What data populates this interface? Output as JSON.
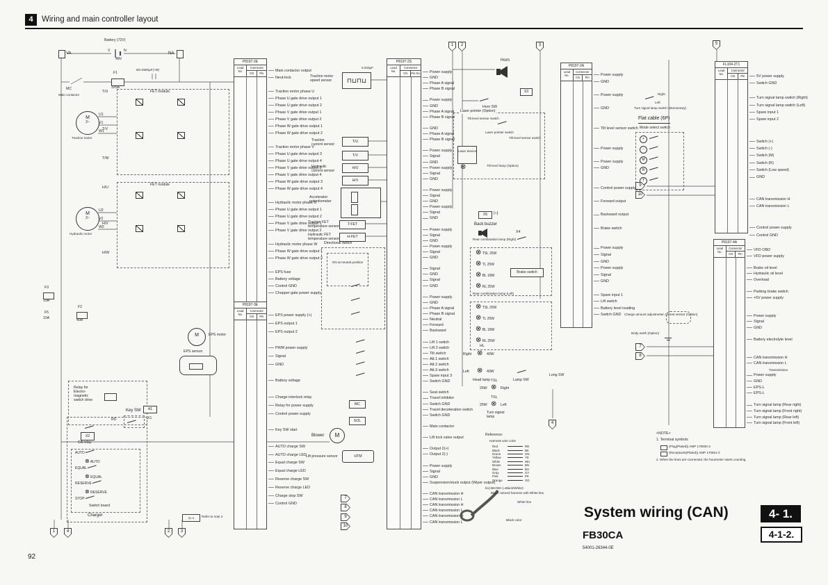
{
  "page": {
    "section_no": "4",
    "section_title": "Wiring and main controller layout",
    "page_no": "92"
  },
  "titleblock": {
    "title": "System wiring (CAN)",
    "model": "FB30CA",
    "doc_no": "54001-26344-0E",
    "ref_main": "4- 1.",
    "ref_sub": "4-1-2."
  },
  "power": {
    "battery": "Battery (72V)",
    "v": "V",
    "n": "N",
    "voltage": "48V",
    "va": "VA",
    "na": "NA",
    "f1": "F1",
    "f1_rating": "325A",
    "mc": "MC",
    "main_contactor": "Main\ncontactor",
    "capacitor": "60×2900μF(+M)",
    "fet_module": "FET module",
    "tu": "T/U",
    "tv": "T/V",
    "tw": "T/W",
    "hu": "H/U",
    "hv": "H/V",
    "hw": "H/W",
    "m": "M",
    "phase": "3~",
    "traction_motor": "Traction motor",
    "hydraulic_motor": "Hydraulic motor",
    "u1": "U1",
    "v1": "V1",
    "w1": "W1",
    "u2": "U2",
    "v2": "V2",
    "w2": "W2",
    "f3": "F3",
    "f3_rating": "10A",
    "f5": "F5",
    "f5_rating": "10A",
    "f2": "F2",
    "f2_rating": "40A",
    "eps_motor": "EPS motor",
    "eps_sensor": "EPS sensor",
    "relay_em": "Relay for\nElectro-\nmagnetic\nswitch drive",
    "a1": "A1",
    "key_sw": "Key SW",
    "rd": "RD",
    "x1": "X1",
    "x2": "X2",
    "ca_relay": "CA relay",
    "charger": "Charger",
    "switch_board": "Switch board",
    "note2": "Refer to note 2"
  },
  "charger_rows": [
    {
      "sw": "AUTO",
      "lamp": "AUTO"
    },
    {
      "sw": "EQUAL",
      "lamp": "EQUAL"
    },
    {
      "sw": "RESERVE",
      "lamp": "RESERVE"
    },
    {
      "sw": "STOP",
      "lamp": ""
    }
  ],
  "tables": {
    "sub_lead": "Lead\nNo.",
    "sub_conn": "Connector",
    "sub_cn": "CN",
    "sub_pin": "Pin No.",
    "left_top": "P8197-2E",
    "left_bottom": "P8197-3E",
    "mid": "P8197-2S",
    "right": "P8197-2A",
    "far_top": "FL104-2T1",
    "far_bottom": "P8197-4A"
  },
  "lists": {
    "left_top": [
      "Main contactor output",
      "Neut-lock",
      "",
      "Traction motor phase U",
      "Phase U gate drive output 1",
      "Phase U gate drive output 2",
      "Phase V gate drive output 1",
      "Phase V gate drive output 2",
      "Phase W gate drive output 1",
      "Phase W gate drive output 2",
      "",
      "Traction motor phase V",
      "Phase U gate drive output 3",
      "Phase U gate drive output 4",
      "Phase V gate drive output 3",
      "Phase V gate drive output 4",
      "Phase W gate drive output 3",
      "Phase W gate drive output 4",
      "",
      "Hydraulic motor phase U",
      "Phase U gate drive output 1",
      "Phase U gate drive output 2",
      "Phase V gate drive output 1",
      "Phase V gate drive output 2",
      "",
      "Hydraulic motor phase W",
      "Phase W gate drive output 1",
      "Phase W gate drive output 2",
      "",
      "EPS fuse",
      "Battery voltage",
      "Control GND",
      "Chopper gate power supply"
    ],
    "left_bottom": [
      "EPS power supply (+)",
      "EPS output 1",
      "EPS output 2",
      "",
      "PWM power supply",
      "Signal",
      "GND",
      "",
      "Battery voltage",
      "",
      "Charge interlock relay",
      "Relay for power supply",
      "Control power supply",
      "",
      "Key SW start",
      "",
      "AUTO charge SW",
      "AUTO charge LED",
      "Equal charge SW",
      "Equal charge LED",
      "Reserve charge SW",
      "Reserve charge LED",
      "Charge stop SW",
      "Control GND",
      ""
    ],
    "mid": [
      "Power supply",
      "GND",
      "Phase A signal",
      "Phase B signal",
      "",
      "Power supply",
      "GND",
      "Phase A signal",
      "Phase B signal",
      "",
      "GND",
      "Phase A signal",
      "Phase B signal",
      "",
      "Power supply",
      "Signal",
      "GND",
      "Power supply",
      "Signal",
      "GND",
      "",
      "Power supply",
      "Signal",
      "GND",
      "Power supply",
      "Signal",
      "GND",
      "",
      "Power supply",
      "Signal",
      "GND",
      "Power supply",
      "Signal",
      "GND",
      "",
      "Signal",
      "GND",
      "Signal",
      "GND",
      "",
      "Power supply",
      "GND",
      "Phase A signal",
      "Phase B signal",
      "Neutral",
      "Forward",
      "Backward",
      "",
      "Lift 1 switch",
      "Lift 2 switch",
      "Tilt switch",
      "Att.1 switch",
      "Att.2 switch",
      "Att.3 switch",
      "Spare input 3",
      "Switch GND",
      "",
      "Seat switch",
      "Travel inhibitor",
      "Switch GND",
      "Travel deceleration switch",
      "Switch GND",
      "",
      "Main contactor",
      "",
      "Lift lock valve output",
      "",
      "Output 2(+)",
      "Output 2(-)",
      "",
      "Power supply",
      "Signal",
      "GND",
      "Suspension/stuck output (Wiper output)",
      "",
      "CAN transmission H",
      "CAN transmission L",
      "CAN transmission H",
      "CAN transmission L",
      "CAN transmission H",
      "CAN transmission L"
    ],
    "right": [
      "Power supply",
      "GND",
      "",
      "Power supply",
      "",
      "GND",
      "",
      "",
      "Tilt level sensor switch",
      "",
      "",
      "Power supply",
      "",
      "Power supply",
      "GND",
      "",
      "",
      "Control power supply",
      "",
      "Forward output",
      "",
      "Backward output",
      "",
      "Brake switch",
      "",
      "",
      "Power supply",
      "Signal",
      "GND",
      "Power supply",
      "Signal",
      "GND",
      "",
      "Spare input 1",
      "Lift switch",
      "Battery level reading",
      "Switch GND",
      ""
    ],
    "far_top": [
      "5V power supply",
      "Switch GND",
      "",
      "Turn signal lamp switch (Right)",
      "Turn signal lamp switch (Left)",
      "Spare input 1",
      "Spare input 2",
      "",
      "",
      "Switch (+)",
      "Switch (-)",
      "Switch (M)",
      "Switch (R)",
      "Switch (Low speed)",
      "GND",
      "",
      "",
      "CAN transmission H",
      "CAN transmission L",
      "",
      "",
      "Control power supply",
      "Control GND"
    ],
    "far_bottom": [
      "VFD OBD",
      "VFD power supply",
      "",
      "Brake oil level",
      "Hydraulic oil level",
      "Overload",
      "",
      "Parking brake switch",
      "+5V power supply",
      "",
      "",
      "Power supply",
      "Signal",
      "GND",
      "",
      "Battery electrolyte level",
      "",
      "",
      "CAN transmission H",
      "CAN transmission L",
      "",
      "Power supply",
      "GND",
      "EPS-L",
      "EPS-L",
      "",
      "Turn signal lamp (Rear right)",
      "Turn signal lamp (Front right)",
      "Turn signal lamp (Rear left)",
      "Turn signal lamp (Front left)"
    ]
  },
  "mid_dev": {
    "speed_sensor": "Traction motor\nspeed sensor",
    "cap_value": "0.033μF",
    "wave": "⊓⊔⊓⊔",
    "traction_current": "Traction\ncurrent sensor",
    "hydraulic_current": "Hydraulic\ncurrent sensor",
    "tu": "T/U",
    "tv": "T/V",
    "hu": "H/U",
    "hv": "H/V",
    "accel": "Accelerator\npotentiometer",
    "t_fet_lbl": "Traction FET\ntemperature sensor",
    "h_fet_lbl": "Hydraulic FET\ntemperature sensor",
    "t_fet": "T-FET",
    "h_fet": "H-FET",
    "dir_sw": "Directional switch",
    "on_neutral": "ON at neutral\nposition",
    "mc": "MC",
    "sol": "SOL",
    "blower": "Blower",
    "m": "M",
    "lift_pressure": "Lift pressure sensor",
    "htm": "HTM"
  },
  "right_side": {
    "horn": "Horn",
    "x3": "X3",
    "horn_sw": "Horn SW",
    "laser_box": "Laser pointer (Option)",
    "tilt_sensor_sw": "Tilt level sensor switch",
    "laser_ptr_sw": "Laser pointer\nswitch",
    "tilt_sensor_sw2": "Tilt level\nsensor switch",
    "laser_device": "Laser\ndevice",
    "tilt_lamp": "Tilt level lamp\n(Option)",
    "x5": "X5",
    "diode": "▷|",
    "back_buzzer": "Back buzzer",
    "x4": "X4",
    "rcl_right": "Rear combination\nlamp (Right)",
    "rcl_left": "Rear combination\nlamp (Left)",
    "brake_switch": "Brake switch",
    "hl": "HL",
    "hl_right": "Right",
    "hl_left": "Left",
    "hl_w": "40W",
    "head_lamp": "Head lamp",
    "lamp_sw": "Lamp SW",
    "long_sw": "Long SW",
    "tsl": "TSL",
    "tsl_w": "25W",
    "tsl_right": "Right",
    "tsl_left": "Left",
    "turn_signal_lamp": "Turn signal\nlamp"
  },
  "rcl_lamps": [
    {
      "id": "TSL",
      "w": "25W"
    },
    {
      "id": "TL",
      "w": "25W"
    },
    {
      "id": "BL",
      "w": "18W"
    },
    {
      "id": "RL",
      "w": "25W"
    }
  ],
  "far_side": {
    "tslsw_right": "Right",
    "tslsw_left": "Left",
    "tslsw": "Turn signal lamp switch\n(Momentary)",
    "flat_cable": "Flat cable (6P)",
    "mode_select": "Mode select switch",
    "charge_sensor": "Charge amount adjustmeter\ncurrent sensor (Option)",
    "body_earth": "Body earth (Option)",
    "transmission": "Transmission"
  },
  "mode_glyphs": [
    "+",
    "−",
    "M",
    "R",
    "T"
  ],
  "reference": {
    "title": "Reference:",
    "subtitle": "Harness wire color",
    "pairs": [
      {
        "name": "Red",
        "code": "RD"
      },
      {
        "name": "Black",
        "code": "BK"
      },
      {
        "name": "Green",
        "code": "GN"
      },
      {
        "name": "Yellow",
        "code": "YE"
      },
      {
        "name": "White",
        "code": "WH"
      },
      {
        "name": "Brown",
        "code": "BN"
      },
      {
        "name": "Blue",
        "code": "BU"
      },
      {
        "name": "Gray",
        "code": "GY"
      },
      {
        "name": "Pink",
        "code": "PK"
      },
      {
        "name": "Orange",
        "code": "OG"
      }
    ],
    "example1": "Ex) BK/WH (=Black/White):",
    "example2": "Black colored harness with White line.",
    "white_line": "White line",
    "black_color": "Black color"
  },
  "note": {
    "title": "<NOTE>",
    "l1": "1. Terminal symbols",
    "l2": "(Plug(Plated))  AMP 170820-2",
    "l3": "(Receptacle(Plated))  AMP 170821-2",
    "l4": "2. When the lines are connected, the hourmeter starts counting."
  },
  "connectors": {
    "n1": "1",
    "n2": "2",
    "n3": "3",
    "n4": "4",
    "n5": "5",
    "n7": "7",
    "n8": "8",
    "n9": "9",
    "n10": "10"
  }
}
